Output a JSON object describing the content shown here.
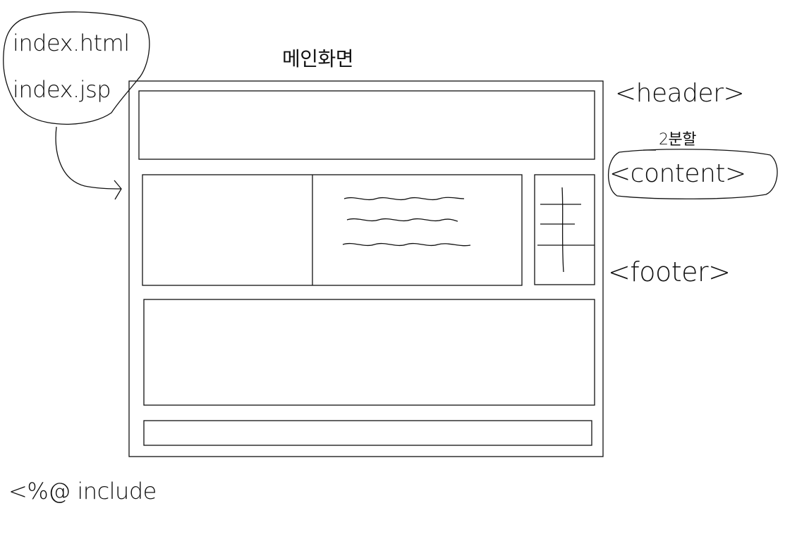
{
  "diagram": {
    "title": "메인화면",
    "files": [
      "index.html",
      "index.jsp"
    ],
    "labels": {
      "header": "<header>",
      "split": "2분할",
      "content": "<content>",
      "footer": "<footer>",
      "include": "<%@ include"
    }
  }
}
